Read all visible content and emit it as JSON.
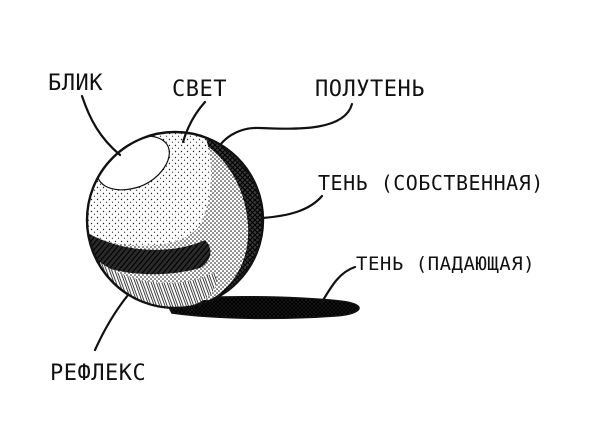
{
  "labels": {
    "highlight": "БЛИК",
    "light": "СВЕТ",
    "halftone": "ПОЛУТЕНЬ",
    "core_shadow": "ТЕНЬ (СОБСТВЕННАЯ)",
    "cast_shadow": "ТЕНЬ (ПАДАЮЩАЯ)",
    "reflex": "РЕФЛЕКС"
  },
  "colors": {
    "ink": "#111111",
    "paper": "#ffffff"
  }
}
